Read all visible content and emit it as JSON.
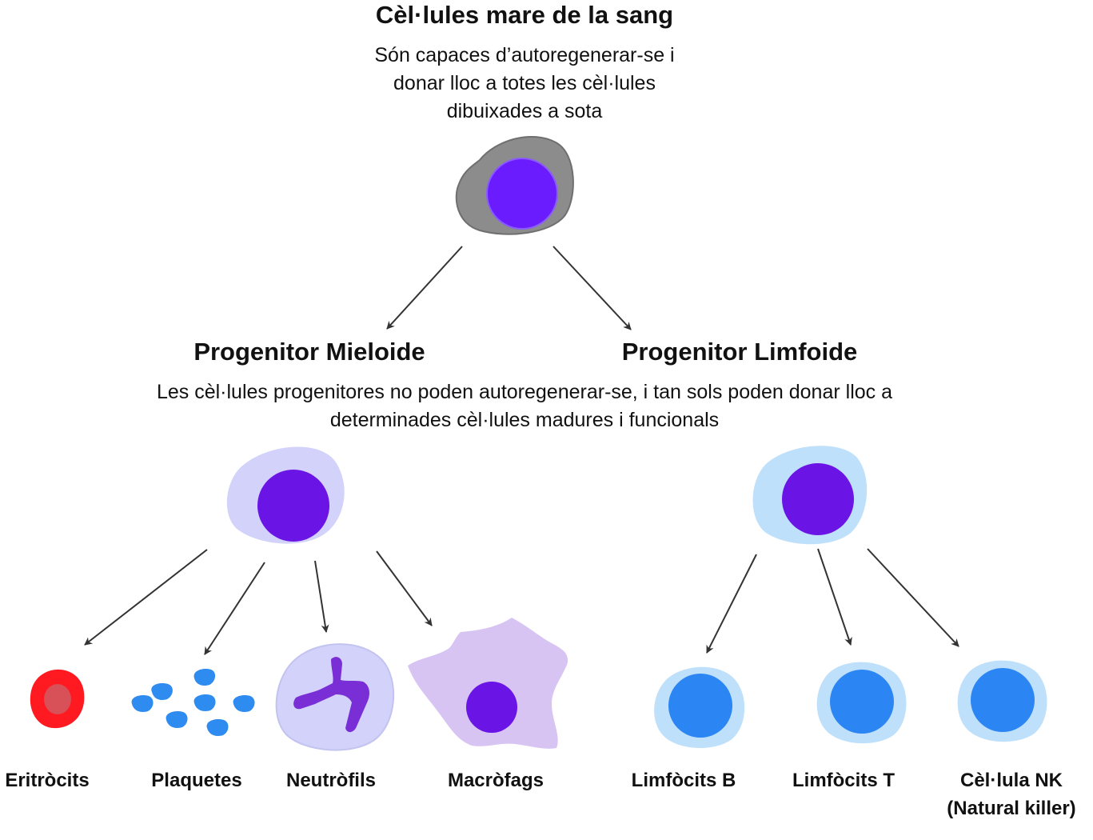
{
  "stem": {
    "title": "Cèl·lules mare de la sang",
    "description_lines": [
      "Són capaces d’autoregenerar-se i",
      "donar lloc a totes les cèl·lules",
      "dibuixades a sota"
    ]
  },
  "progenitors": {
    "myeloid_title": "Progenitor Mieloide",
    "lymphoid_title": "Progenitor Limfoide",
    "description_lines": [
      "Les cèl·lules progenitores no poden autoregenerar-se, i tan sols poden donar lloc a",
      "determinades cèl·lules  madures i funcionals"
    ]
  },
  "mature_cells": {
    "erythrocytes": "Eritròcits",
    "platelets": "Plaquetes",
    "neutrophils": "Neutròfils",
    "macrophages": "Macròfags",
    "b_lymphocytes": "Limfòcits B",
    "t_lymphocytes": "Limfòcits T",
    "nk_cell_line1": "Cèl·lula NK",
    "nk_cell_line2": "(Natural killer)"
  },
  "colors": {
    "stem_cytoplasm": "#8c8c8c",
    "nucleus_violet": "#6a1cff",
    "nucleus_purple": "#6b14e6",
    "myeloid_cytoplasm": "#d2d2fa",
    "lymphoid_cytoplasm": "#bfe0fb",
    "erythrocyte": "#ff1a22",
    "platelet": "#2e8bef",
    "neutrophil_nucleus": "#7a2fd6",
    "macrophage_cytoplasm": "#d7c4f3",
    "lymphocyte_nucleus": "#2b86f4",
    "arrow": "#333333"
  }
}
